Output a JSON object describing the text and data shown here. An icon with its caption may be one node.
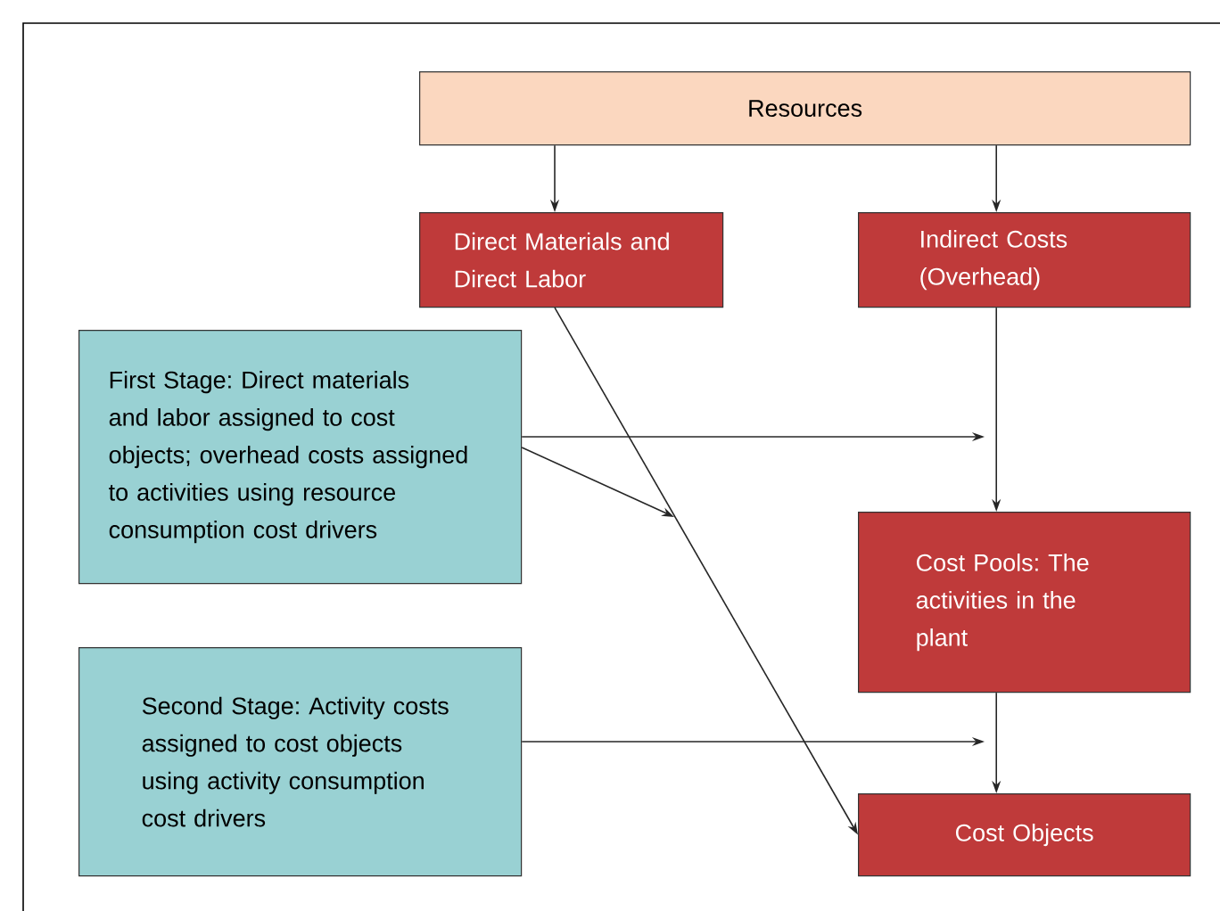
{
  "diagram": {
    "nodes": [
      {
        "text": [
          "Resources"
        ]
      },
      {
        "text": [
          "Direct Materials and Direct Labor"
        ]
      },
      {
        "text": [
          "Indirect Costs (Overhead)"
        ]
      },
      {
        "text": [
          "First Stage: Direct materials and labor assigned to cost objects; overhead costs assigned to activities using resource consumption cost drivers"
        ]
      },
      {
        "text": [
          "Cost Pools: The activities in the plant"
        ]
      },
      {
        "text": [
          "Second Stage: Activity costs assigned to cost objects using activity consumption cost drivers"
        ]
      },
      {
        "text": [
          "Cost Objects"
        ]
      }
    ],
    "edges": [
      {
        "from": 0,
        "to": 1,
        "arrow": "to"
      },
      {
        "from": 0,
        "to": 2,
        "arrow": "to"
      },
      {
        "from": 2,
        "to": 4,
        "arrow": "to"
      },
      {
        "from": 4,
        "to": 6,
        "arrow": "to"
      },
      {
        "from": 1,
        "to": 6,
        "arrow": "to"
      },
      {
        "from": 3,
        "to": null,
        "arrow": "to"
      },
      {
        "from": 3,
        "to": null,
        "arrow": "to"
      },
      {
        "from": 5,
        "to": null,
        "arrow": "to"
      }
    ]
  }
}
